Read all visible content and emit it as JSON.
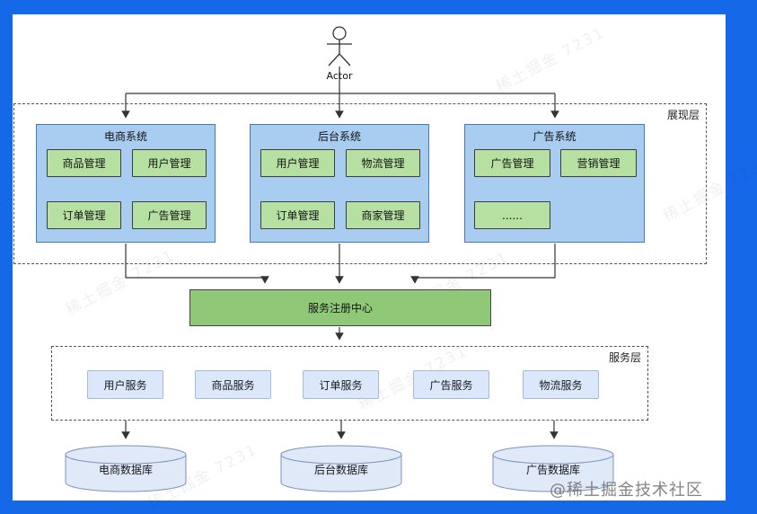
{
  "watermarks": {
    "badge": "@稀土掘金技术社区",
    "tile": "稀土掘金 7231"
  },
  "diagram": {
    "actor_label": "Actor",
    "presentation_layer": {
      "label": "展现层",
      "systems": [
        {
          "title": "电商系统",
          "modules": [
            "商品管理",
            "用户管理",
            "订单管理",
            "广告管理"
          ]
        },
        {
          "title": "后台系统",
          "modules": [
            "用户管理",
            "物流管理",
            "订单管理",
            "商家管理"
          ]
        },
        {
          "title": "广告系统",
          "modules": [
            "广告管理",
            "营销管理",
            "......"
          ]
        }
      ]
    },
    "registry_label": "服务注册中心",
    "service_layer": {
      "label": "服务层",
      "services": [
        "用户服务",
        "商品服务",
        "订单服务",
        "广告服务",
        "物流服务"
      ]
    },
    "databases": [
      "电商数据库",
      "后台数据库",
      "广告数据库"
    ],
    "colors": {
      "frame_blue": "#1568e8",
      "system_fill": "#a8cdf0",
      "system_border": "#4a7aad",
      "module_fill": "#b6e0a2",
      "registry_fill": "#8fc978",
      "service_fill": "#dbe8fb",
      "database_fill": "#dfe9f8",
      "connector": "#333333"
    }
  }
}
